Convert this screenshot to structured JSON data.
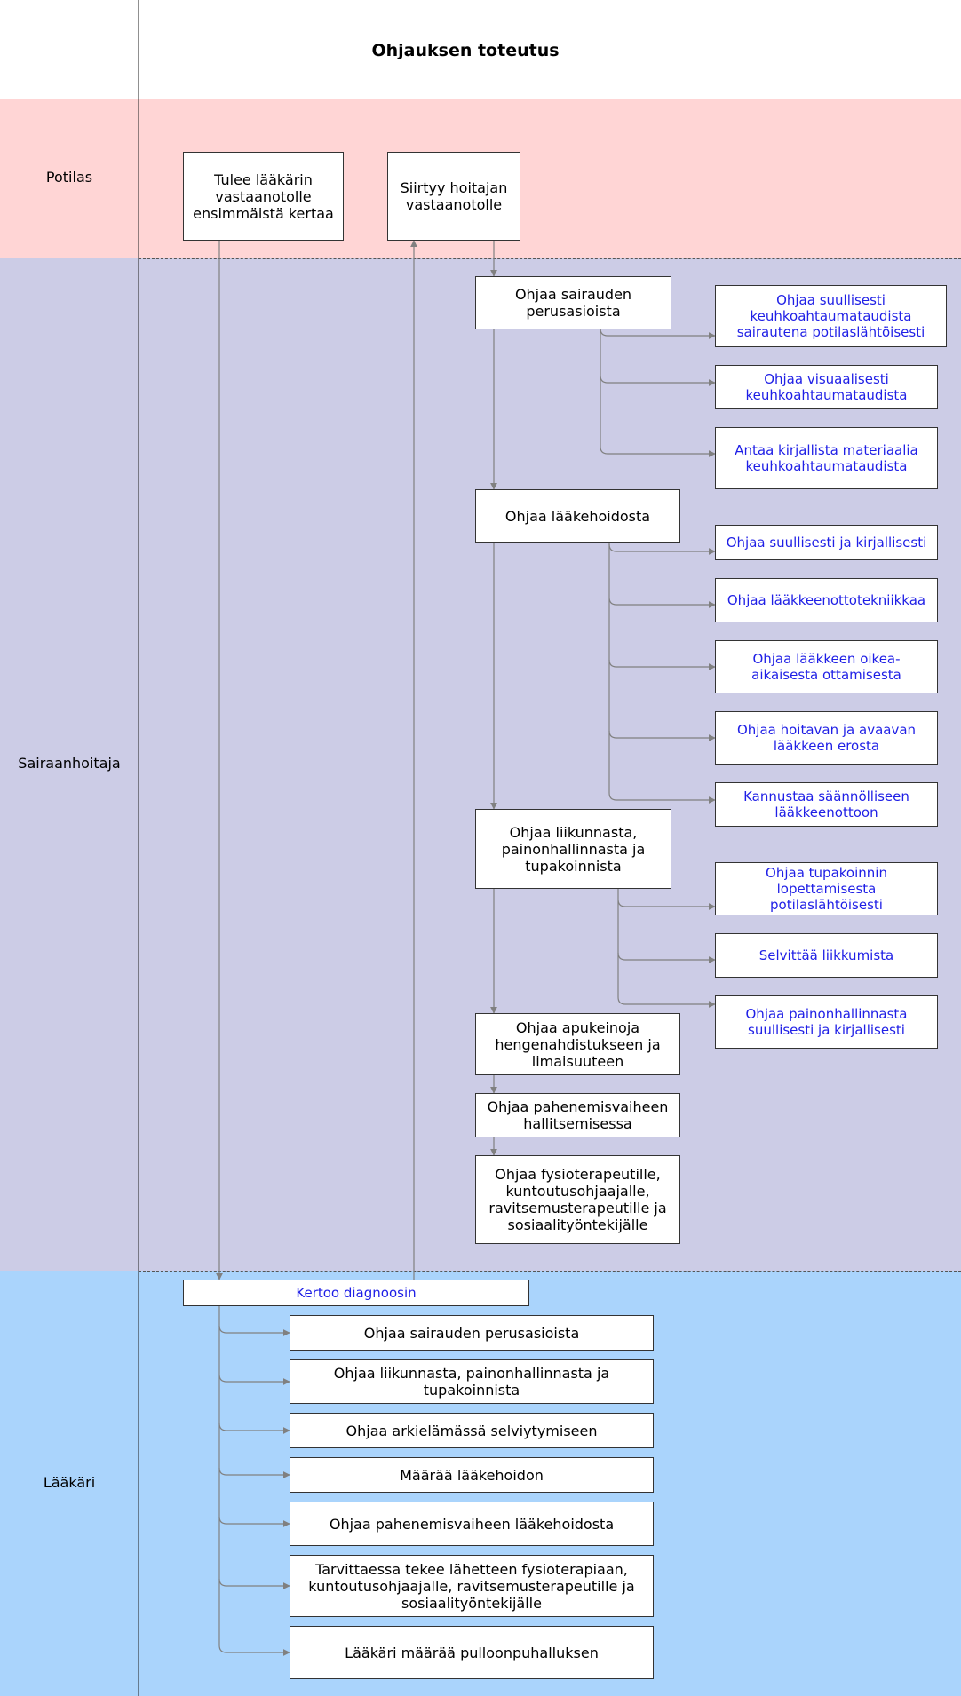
{
  "title": "Ohjauksen toteutus",
  "lanes": {
    "potilas": "Potilas",
    "sairaanhoitaja": "Sairaanhoitaja",
    "laakari": "Lääkäri"
  },
  "colors": {
    "potilas_lane": "#ffd5d5",
    "sairaanhoitaja_lane": "#cccce6",
    "laakari_lane": "#aad4fc",
    "sub_text": "#1f1fe6",
    "connector": "#808080"
  },
  "potilas": {
    "first_visit": "Tulee lääkärin vastaanotolle ensimmäistä kertaa",
    "nurse_visit": "Siirtyy hoitajan vastaanotolle"
  },
  "nurse": {
    "basics": "Ohjaa sairauden perusasioista",
    "basics_sub": [
      "Ohjaa suullisesti keuhkoahtaumataudista sairautena potilaslähtöisesti",
      "Ohjaa visuaalisesti keuhkoahtaumataudista",
      "Antaa kirjallista materiaalia keuhkoahtaumataudista"
    ],
    "medication": "Ohjaa lääkehoidosta",
    "medication_sub": [
      "Ohjaa suullisesti ja kirjallisesti",
      "Ohjaa lääkkeenottotekniikkaa",
      "Ohjaa lääkkeen oikea-aikaisesta ottamisesta",
      "Ohjaa hoitavan ja avaavan lääkkeen erosta",
      "Kannustaa säännölliseen lääkkeenottoon"
    ],
    "lifestyle": "Ohjaa liikunnasta, painonhallinnasta ja tupakoinnista",
    "lifestyle_sub": [
      "Ohjaa tupakoinnin lopettamisesta potilaslähtöisesti",
      "Selvittää liikkumista",
      "Ohjaa painonhallinnasta suullisesti ja kirjallisesti"
    ],
    "devices": "Ohjaa apukeinoja hengenahdistukseen ja limaisuuteen",
    "exacerbation": "Ohjaa pahenemisvaiheen hallitsemisessa",
    "referral": "Ohjaa fysioterapeutille, kuntoutusohjaajalle, ravitsemusterapeutille ja sosiaalityöntekijälle"
  },
  "doctor": {
    "diagnosis": "Kertoo diagnoosin",
    "items": [
      "Ohjaa sairauden perusasioista",
      "Ohjaa liikunnasta, painonhallinnasta ja tupakoinnista",
      "Ohjaa arkielämässä selviytymiseen",
      "Määrää lääkehoidon",
      "Ohjaa pahenemisvaiheen lääkehoidosta",
      "Tarvittaessa tekee lähetteen fysioterapiaan, kuntoutusohjaajalle, ravitsemusterapeutille ja sosiaalityöntekijälle",
      "Lääkäri määrää pulloonpuhalluksen"
    ]
  }
}
